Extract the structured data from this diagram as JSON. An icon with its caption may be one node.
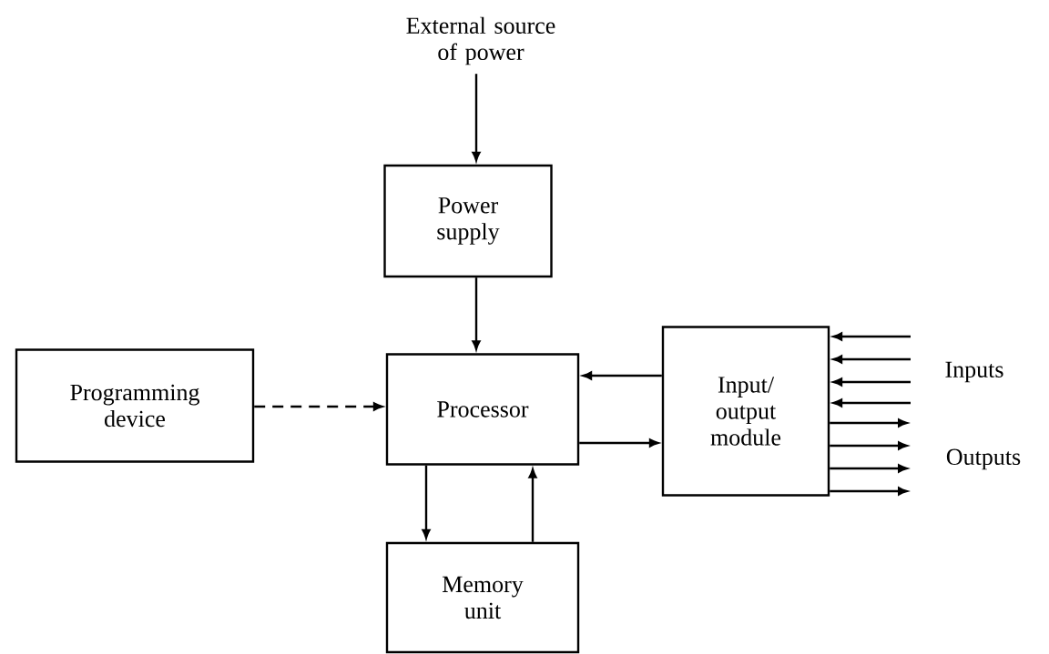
{
  "diagram": {
    "nodes": [
      {
        "text": [
          "External source of power"
        ]
      },
      {
        "text": [
          "Power supply"
        ]
      },
      {
        "text": [
          "Programming device"
        ]
      },
      {
        "text": [
          "Processor"
        ]
      },
      {
        "text": [
          "Input/ output module"
        ]
      },
      {
        "text": [
          "Memory unit"
        ]
      }
    ],
    "edges": [
      {
        "from": 0,
        "to": 1,
        "arrow": "to"
      },
      {
        "from": 1,
        "to": 3,
        "arrow": "to"
      },
      {
        "from": 2,
        "to": 3,
        "arrow": "to",
        "style": "dashed"
      },
      {
        "from": 4,
        "to": 3,
        "arrow": "to"
      },
      {
        "from": 3,
        "to": 4,
        "arrow": "to"
      },
      {
        "from": 3,
        "to": 5,
        "arrow": "to"
      },
      {
        "from": 5,
        "to": 3,
        "arrow": "to"
      },
      {
        "from": null,
        "to": 4,
        "arrow": "to"
      },
      {
        "from": null,
        "to": 4,
        "arrow": "to"
      },
      {
        "from": null,
        "to": 4,
        "arrow": "to"
      },
      {
        "from": null,
        "to": 4,
        "arrow": "to"
      },
      {
        "from": 4,
        "to": null,
        "arrow": "to"
      },
      {
        "from": 4,
        "to": null,
        "arrow": "to"
      },
      {
        "from": 4,
        "to": null,
        "arrow": "to"
      },
      {
        "from": 4,
        "to": null,
        "arrow": "to"
      }
    ],
    "labels": [
      "Inputs",
      "Outputs"
    ]
  }
}
